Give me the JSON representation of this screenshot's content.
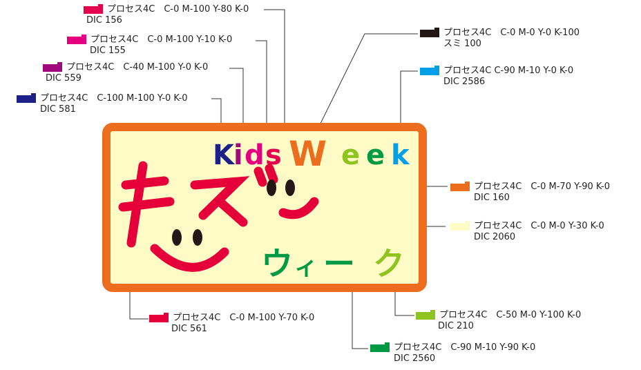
{
  "logo_text": {
    "kids": [
      "K",
      "i",
      "d",
      "s"
    ],
    "week": [
      "W",
      "e",
      "e",
      "k"
    ],
    "kanji": "キッズ",
    "katakana": [
      "ウ",
      "ィ",
      "ー",
      "ク"
    ]
  },
  "callouts": [
    {
      "id": "red156",
      "color": "#e5004f",
      "spec": "プロセス4C　C-0 M-100 Y-80 K-0",
      "code": "DIC 156"
    },
    {
      "id": "pink155",
      "color": "#e4007f",
      "spec": "プロセス4C　C-0 M-100 Y-10 K-0",
      "code": "DIC 155"
    },
    {
      "id": "purple559",
      "color": "#a0087e",
      "spec": "プロセス4C　C-40 M-100 Y-0 K-0",
      "code": "DIC 559"
    },
    {
      "id": "navy581",
      "color": "#1d2088",
      "spec": "プロセス4C　C-100 M-100 Y-0 K-0",
      "code": "DIC 581"
    },
    {
      "id": "black100",
      "color": "#231815",
      "spec": "プロセス4C　C-0 M-0 Y-0 K-100",
      "code": "スミ 100"
    },
    {
      "id": "cyan2586",
      "color": "#00a0e9",
      "spec": "プロセス4C C-90 M-10 Y-0 K-0",
      "code": "DIC 2586"
    },
    {
      "id": "orange160",
      "color": "#ed6d1f",
      "spec": "プロセス4C　C-0 M-70 Y-90 K-0",
      "code": "DIC 160"
    },
    {
      "id": "cream2060",
      "color": "#fffbc7",
      "spec": "プロセス4C　C-0 M-0 Y-30 K-0",
      "code": "DIC 2060"
    },
    {
      "id": "red561",
      "color": "#e60039",
      "spec": "プロセス4C　C-0 M-100 Y-70 K-0",
      "code": "DIC 561"
    },
    {
      "id": "lime210",
      "color": "#8fc31f",
      "spec": "プロセス4C　C-50 M-0 Y-100 K-0",
      "code": "DIC 210"
    },
    {
      "id": "green2560",
      "color": "#009944",
      "spec": "プロセス4C　C-90 M-10 Y-90 K-0",
      "code": "DIC 2560"
    }
  ]
}
